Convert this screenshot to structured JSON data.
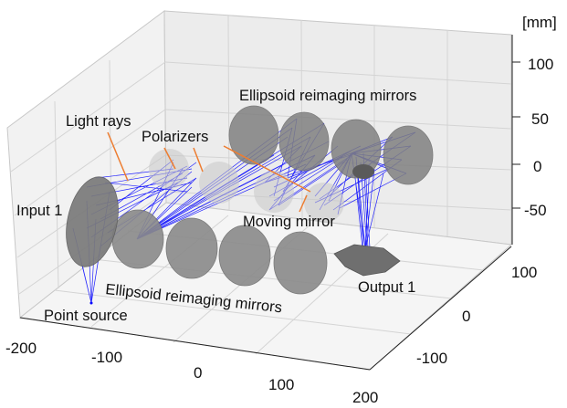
{
  "units_label": "[mm]",
  "axes": {
    "x_ticks": [
      "-200",
      "-100",
      "0",
      "100",
      "200"
    ],
    "y_ticks": [
      "100",
      "0",
      "-100"
    ],
    "z_ticks": [
      "100",
      "50",
      "0",
      "-50"
    ]
  },
  "annotations": {
    "ellipsoid_top": "Ellipsoid reimaging mirrors",
    "ellipsoid_bottom": "Ellipsoid reimaging mirrors",
    "light_rays": "Light rays",
    "polarizers": "Polarizers",
    "input": "Input 1",
    "moving_mirror": "Moving mirror",
    "point_source": "Point source",
    "output": "Output 1"
  },
  "colors": {
    "rays": "#0000ff",
    "mirror_fill": "#7f7f7f",
    "leader_lines": "#ed7d31",
    "pane_left": "#f2f2f2",
    "pane_back": "#ececec",
    "pane_floor": "#f5f5f5"
  }
}
